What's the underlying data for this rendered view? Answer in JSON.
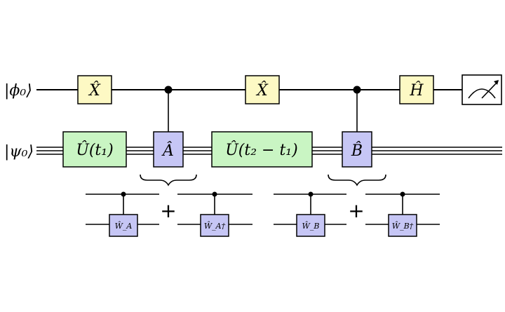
{
  "wires": {
    "phi_label": "|ϕ₀⟩",
    "psi_label": "|ψ₀⟩"
  },
  "gates": {
    "x1": "X̂",
    "a": "Â",
    "x2": "X̂",
    "b": "B̂",
    "h": "Ĥ",
    "u1": "Û(t₁)",
    "u2": "Û(t₂ − t₁)"
  },
  "decomposition": {
    "wa": "Ŵ_A",
    "wa_dag": "Ŵ_A†",
    "wb": "Ŵ_B",
    "wb_dag": "Ŵ_B†",
    "plus_a": "+",
    "plus_b": "+"
  },
  "colors": {
    "yellow_gate": "#fdf9c4",
    "green_gate": "#c9f5c3",
    "blue_gate": "#c6c6f5"
  },
  "icons": {
    "measurement": "measurement-meter-icon"
  }
}
